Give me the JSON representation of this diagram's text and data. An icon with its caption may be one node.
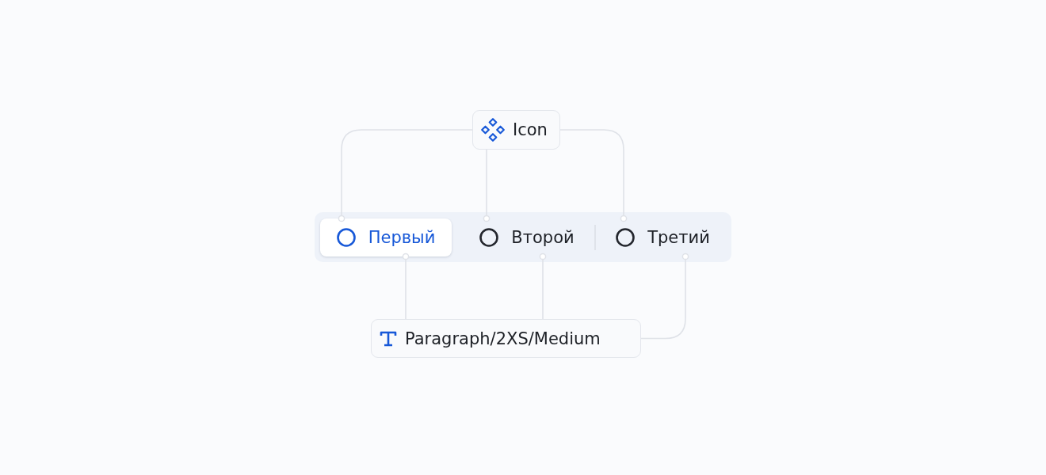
{
  "diagram": {
    "nodes": [
      {
        "text": [
          "Icon"
        ]
      },
      {
        "text": [],
        "shape": "box"
      },
      {
        "text": [
          "Первый"
        ],
        "in": 1
      },
      {
        "text": [
          "Второй"
        ],
        "in": 1
      },
      {
        "text": [
          "Третий"
        ],
        "in": 1
      },
      {
        "text": [
          "Paragraph/2XS/Medium"
        ]
      }
    ],
    "edges": [
      {
        "from": 0,
        "to": 2,
        "arrow": "other"
      },
      {
        "from": 0,
        "to": 3,
        "arrow": "other"
      },
      {
        "from": 0,
        "to": 4,
        "arrow": "other"
      },
      {
        "from": 5,
        "to": 2,
        "arrow": "other"
      },
      {
        "from": 5,
        "to": 3,
        "arrow": "other"
      },
      {
        "from": 5,
        "to": 4,
        "arrow": "other"
      }
    ]
  }
}
